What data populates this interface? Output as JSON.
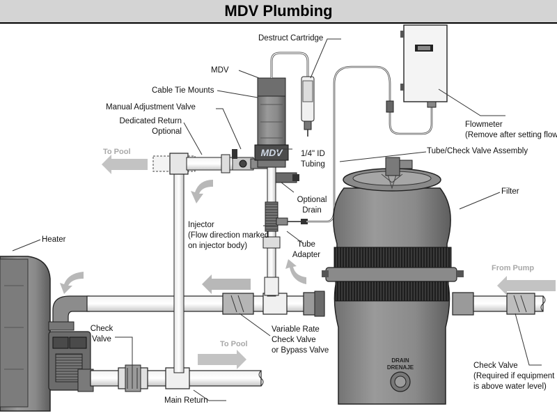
{
  "title": "MDV Plumbing",
  "labels": {
    "destruct_cartridge": "Destruct Cartridge",
    "mdv": "MDV",
    "cable_tie_mounts": "Cable Tie Mounts",
    "manual_adjustment_valve": "Manual Adjustment Valve",
    "dedicated_return_1": "Dedicated Return",
    "dedicated_return_2": "Optional",
    "to_pool_top": "To Pool",
    "tubing_1": "1/4\" ID",
    "tubing_2": "Tubing",
    "tube_check_valve_assembly": "Tube/Check Valve Assembly",
    "flowmeter_1": "Flowmeter",
    "flowmeter_2": "(Remove after setting flow)",
    "filter": "Filter",
    "optional_drain_1": "Optional",
    "optional_drain_2": "Drain",
    "injector_1": "Injector",
    "injector_2": "(Flow direction marked",
    "injector_3": "on injector body)",
    "tube_adapter_1": "Tube",
    "tube_adapter_2": "Adapter",
    "heater": "Heater",
    "from_pump": "From Pump",
    "check_valve_left_1": "Check",
    "check_valve_left_2": "Valve",
    "variable_rate_1": "Variable Rate",
    "variable_rate_2": "Check Valve",
    "variable_rate_3": "or Bypass Valve",
    "to_pool_bottom": "To Pool",
    "main_return": "Main Return",
    "check_valve_right_1": "Check Valve",
    "check_valve_right_2": "(Required if equipment",
    "check_valve_right_3": "is above water level)",
    "mdv_logo": "MDV",
    "drain_1": "DRAIN",
    "drain_2": "DRENAJE"
  }
}
